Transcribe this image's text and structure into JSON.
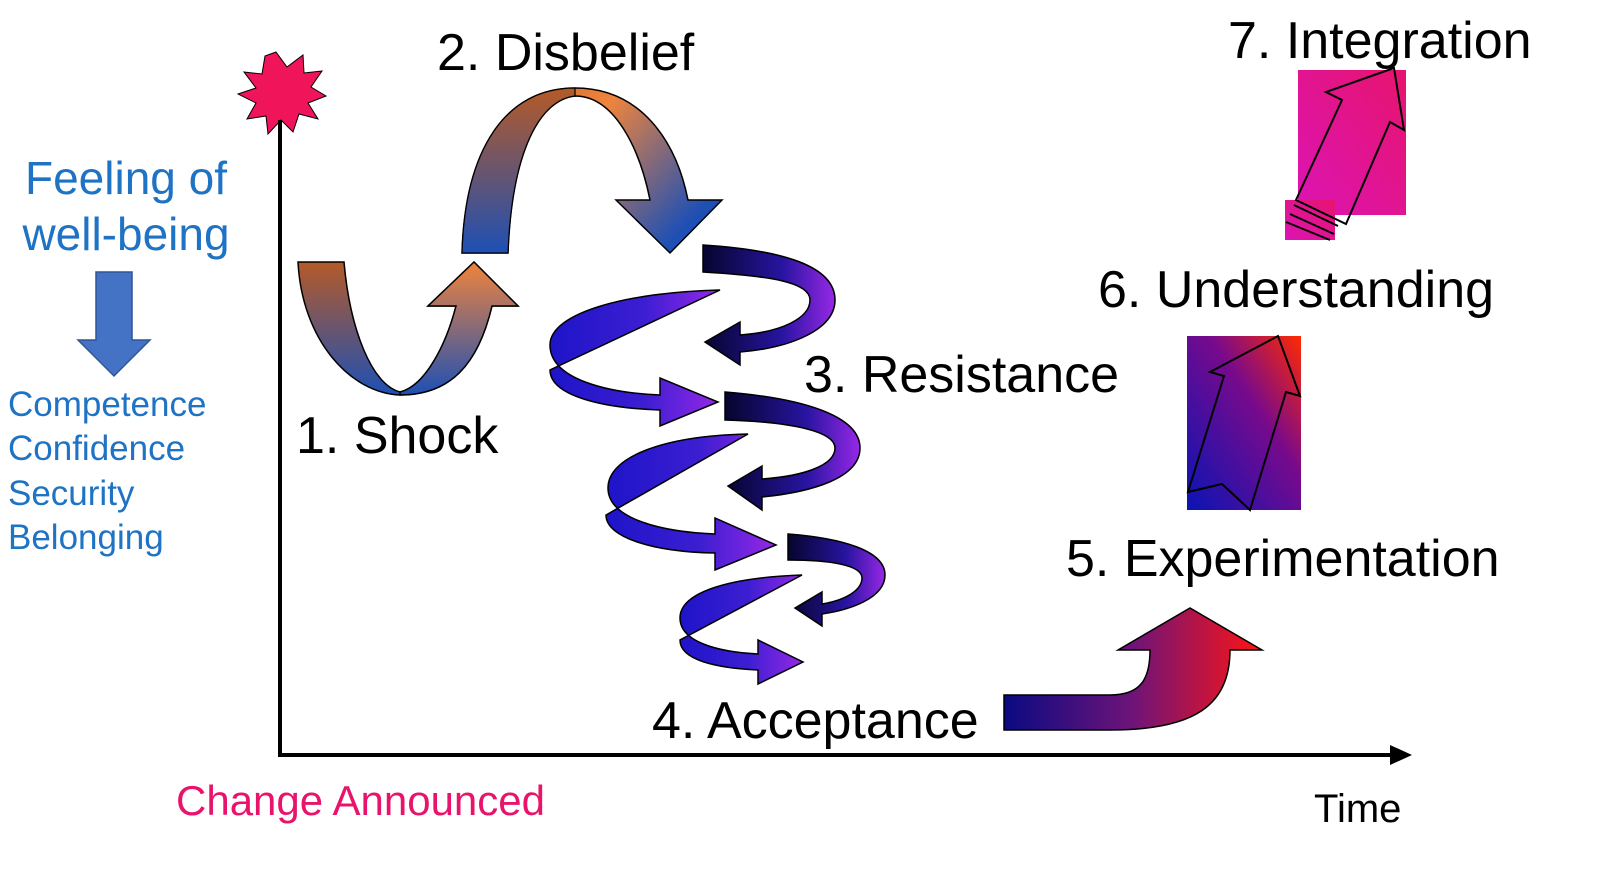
{
  "y_axis": {
    "title_line1": "Feeling of",
    "title_line2": "well-being",
    "items": [
      "Competence",
      "Confidence",
      "Security",
      "Belonging"
    ],
    "color": "#1f73c4"
  },
  "x_axis": {
    "start_label": "Change Announced",
    "start_color": "#e8146c",
    "end_label": "Time"
  },
  "stages": [
    {
      "label": "1. Shock"
    },
    {
      "label": "2. Disbelief"
    },
    {
      "label": "3. Resistance"
    },
    {
      "label": "4. Acceptance"
    },
    {
      "label": "5. Experimentation"
    },
    {
      "label": "6.  Understanding"
    },
    {
      "label": "7. Integration"
    }
  ],
  "colors": {
    "star": "#f0145a",
    "orange": "#f0843c",
    "brown": "#b45a28",
    "blue": "#1e50b4",
    "navy": "#05052d",
    "indigo": "#1e14c8",
    "violet": "#9628e6",
    "red": "#ff1414",
    "pink": "#e6146e",
    "magenta": "#dc14b4",
    "down_arrow": "#4472c4"
  }
}
